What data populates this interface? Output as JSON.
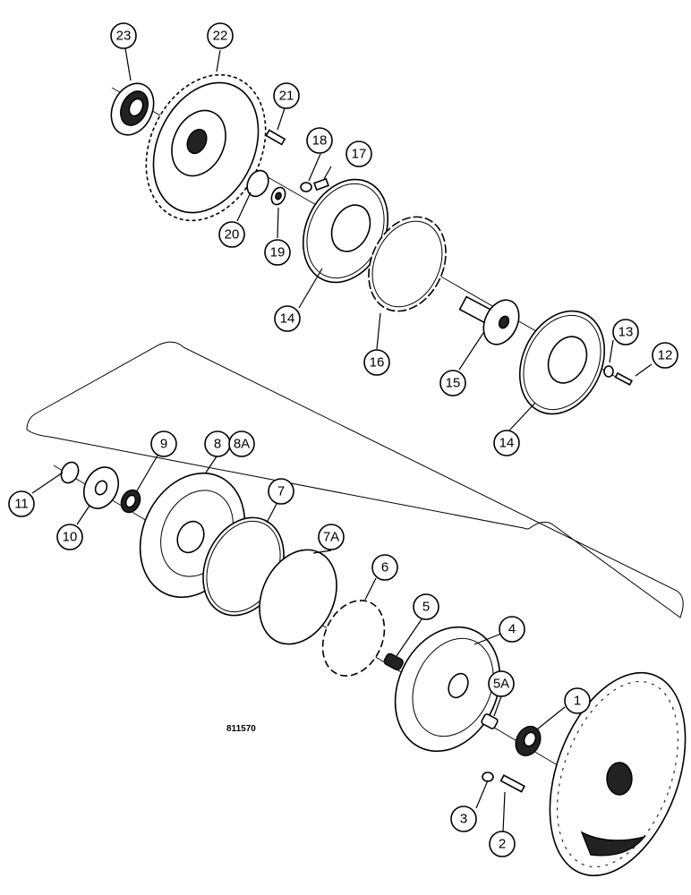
{
  "reference_number": "811570",
  "callouts": [
    {
      "id": "c1",
      "label": "1"
    },
    {
      "id": "c2",
      "label": "2"
    },
    {
      "id": "c3",
      "label": "3"
    },
    {
      "id": "c4",
      "label": "4"
    },
    {
      "id": "c5",
      "label": "5"
    },
    {
      "id": "c5a",
      "label": "5A"
    },
    {
      "id": "c6",
      "label": "6"
    },
    {
      "id": "c7",
      "label": "7"
    },
    {
      "id": "c7a",
      "label": "7A"
    },
    {
      "id": "c8",
      "label": "8"
    },
    {
      "id": "c8a",
      "label": "8A"
    },
    {
      "id": "c9",
      "label": "9"
    },
    {
      "id": "c10",
      "label": "10"
    },
    {
      "id": "c11",
      "label": "11"
    },
    {
      "id": "c12",
      "label": "12"
    },
    {
      "id": "c13",
      "label": "13"
    },
    {
      "id": "c14a",
      "label": "14"
    },
    {
      "id": "c14b",
      "label": "14"
    },
    {
      "id": "c15",
      "label": "15"
    },
    {
      "id": "c16",
      "label": "16"
    },
    {
      "id": "c17",
      "label": "17"
    },
    {
      "id": "c18",
      "label": "18"
    },
    {
      "id": "c19",
      "label": "19"
    },
    {
      "id": "c20",
      "label": "20"
    },
    {
      "id": "c21",
      "label": "21"
    },
    {
      "id": "c22",
      "label": "22"
    },
    {
      "id": "c23",
      "label": "23"
    }
  ]
}
